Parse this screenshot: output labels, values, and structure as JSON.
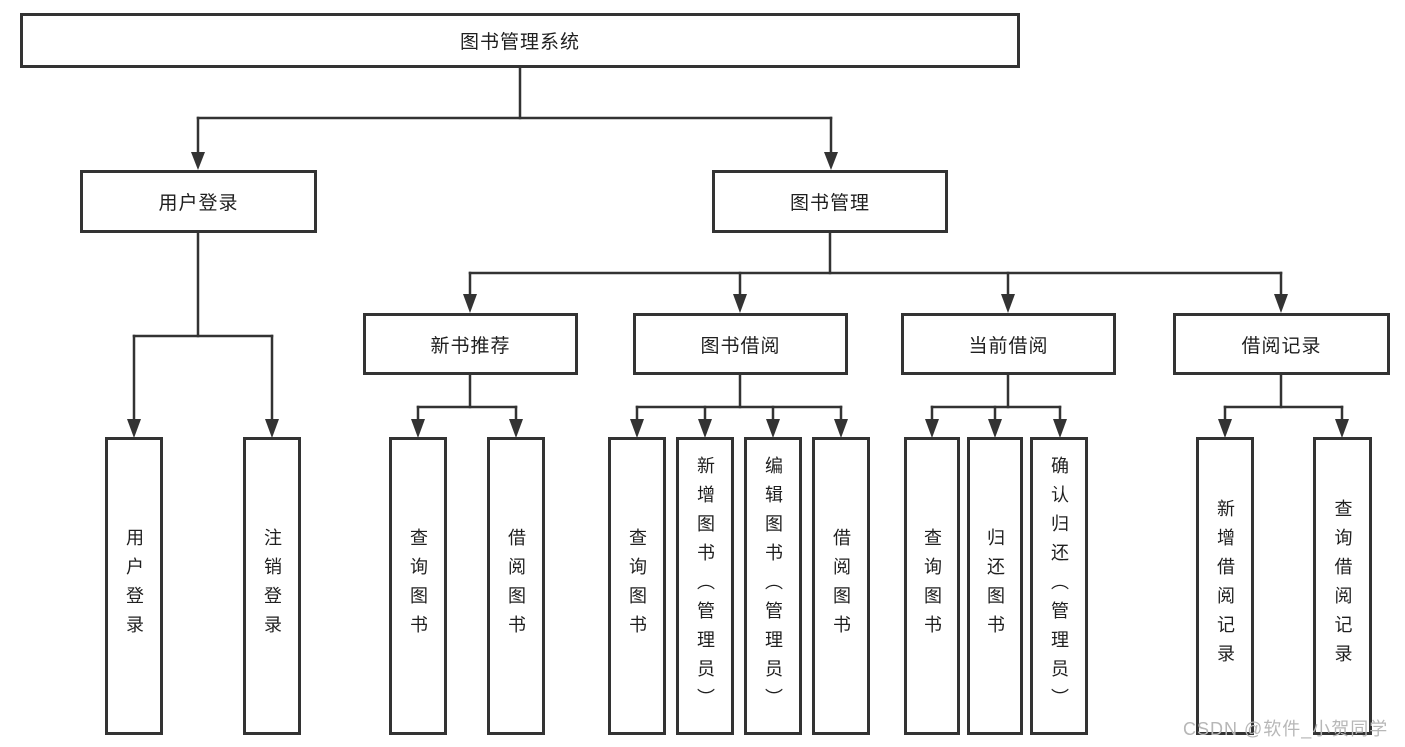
{
  "diagram_title": "图书管理系统",
  "colors": {
    "line": "#333333",
    "box_border": "#333333",
    "box_background": "#ffffff",
    "text": "#1f1f1f",
    "watermark": "#b7b7b7",
    "page_background": "#ffffff"
  },
  "tree": {
    "root": "图书管理系统",
    "children": [
      {
        "label": "用户登录",
        "children": [
          "用户登录",
          "注销登录"
        ]
      },
      {
        "label": "图书管理",
        "children": [
          {
            "label": "新书推荐",
            "children": [
              "查询图书",
              "借阅图书"
            ]
          },
          {
            "label": "图书借阅",
            "children": [
              "查询图书",
              "新增图书（管理员）",
              "编辑图书（管理员）",
              "借阅图书"
            ]
          },
          {
            "label": "当前借阅",
            "children": [
              "查询图书",
              "归还图书",
              "确认归还（管理员）"
            ]
          },
          {
            "label": "借阅记录",
            "children": [
              "新增借阅记录",
              "查询借阅记录"
            ]
          }
        ]
      }
    ]
  },
  "watermark": {
    "text": "CSDN @软件_小贺同学"
  }
}
